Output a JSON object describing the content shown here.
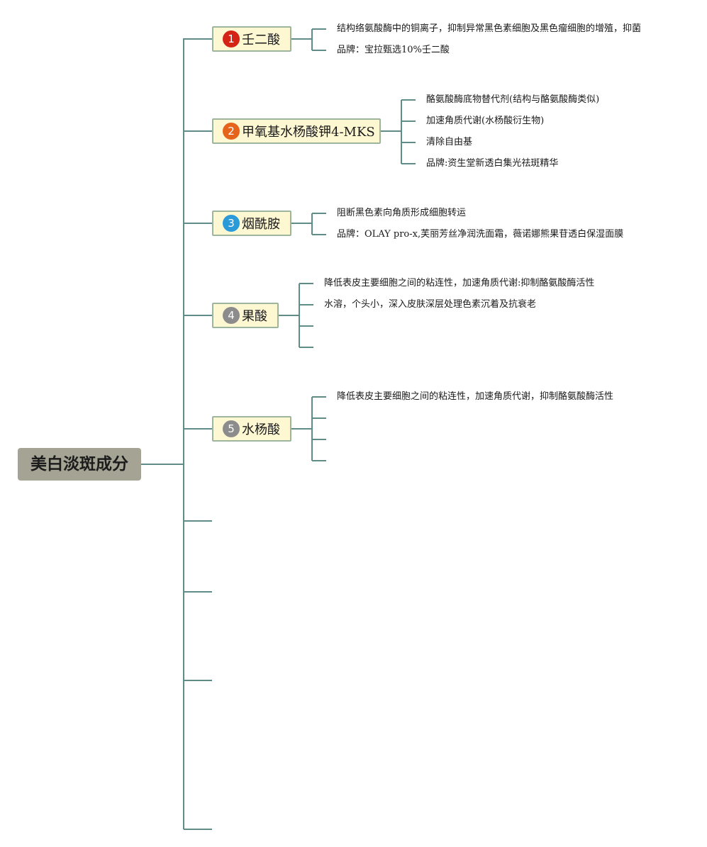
{
  "root": {
    "label": "美白淡斑成分"
  },
  "branches": [
    {
      "number": "1",
      "label": "壬二酸",
      "badge_color": "#d42416",
      "details": [
        "结构络氨酸酶中的铜离子，抑制异常黑色素细胞及黑色瘤细胞的增殖，抑菌",
        "品牌：宝拉甄选10%壬二酸"
      ]
    },
    {
      "number": "2",
      "label": "甲氧基水杨酸钾4-MKS",
      "badge_color": "#e5631b",
      "details": [
        "酪氨酸酶底物替代剂(结构与酪氨酸酶类似)",
        "加速角质代谢(水杨酸衍生物)",
        "清除自由基",
        "品牌:资生堂新透白集光祛斑精华"
      ]
    },
    {
      "number": "3",
      "label": "烟酰胺",
      "badge_color": "#2a9ad8",
      "details": [
        "阻断黑色素向角质形成细胞转运",
        "品牌：OLAY pro-x,芙丽芳丝净润洗面霜，薇诺娜熊果苷透白保湿面膜"
      ]
    },
    {
      "number": "4",
      "label": "果酸",
      "badge_color": "#8c8c8c",
      "details": [
        "降低表皮主要细胞之间的粘连性，加速角质代谢:抑制酪氨酸酶活性",
        "水溶，个头小，深入皮肤深层处理色素沉着及抗衰老",
        "",
        ""
      ]
    },
    {
      "number": "5",
      "label": "水杨酸",
      "badge_color": "#8c8c8c",
      "details": [
        "降低表皮主要细胞之间的粘连性，加速角质代谢，抑制酪氨酸酶活性",
        "",
        "",
        ""
      ]
    },
    {
      "number": "",
      "label": "",
      "badge_color": "",
      "details": []
    },
    {
      "number": "",
      "label": "",
      "badge_color": "",
      "details": []
    },
    {
      "number": "",
      "label": "",
      "badge_color": "",
      "details": []
    },
    {
      "number": "",
      "label": "",
      "badge_color": "",
      "details": []
    }
  ],
  "colors": {
    "connector": "#5f8c86",
    "root_fill": "#a5a394",
    "branch_fill": "#fdf7d2",
    "branch_border": "#9db59c"
  }
}
